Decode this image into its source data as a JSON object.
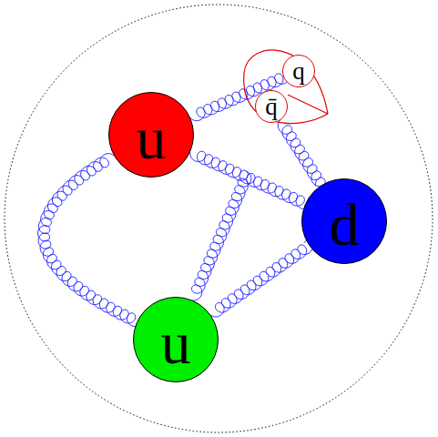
{
  "diagram": {
    "nodes": [
      {
        "text": [
          "q"
        ]
      },
      {
        "text": [
          "q̄"
        ]
      },
      {
        "text": [
          "u"
        ]
      },
      {
        "text": [
          "d"
        ]
      },
      {
        "text": [
          "u"
        ]
      }
    ],
    "edges": [
      {
        "from": 2,
        "to": 0,
        "arrow": "none"
      },
      {
        "from": 1,
        "to": 3,
        "arrow": "none"
      },
      {
        "from": 2,
        "to": 3,
        "arrow": "none"
      },
      {
        "from": 2,
        "to": 4,
        "arrow": "none"
      },
      {
        "from": 4,
        "to": 3,
        "arrow": "none"
      }
    ]
  }
}
